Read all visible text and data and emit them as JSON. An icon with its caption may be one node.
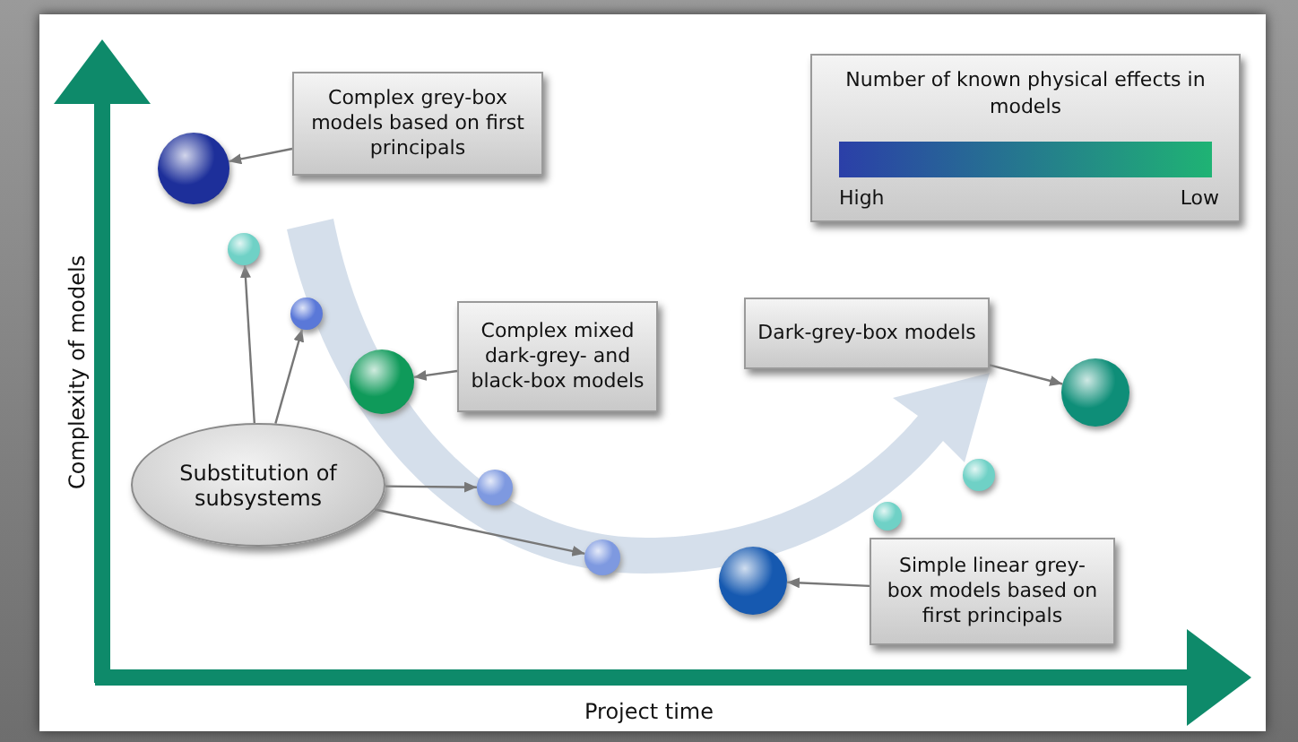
{
  "diagram": {
    "nodes": [
      {
        "text": [
          "Complex grey-box models based on first principals"
        ]
      },
      {
        "text": [
          "Complex mixed dark-grey- and black-box models"
        ]
      },
      {
        "text": [
          "Dark-grey-box models"
        ]
      },
      {
        "text": [
          "Simple linear grey-box models based on first principals"
        ]
      },
      {
        "text": [
          "Substitution of subsystems"
        ]
      },
      {
        "text": [],
        "shape": "circle"
      },
      {
        "text": [],
        "shape": "circle"
      },
      {
        "text": [],
        "shape": "circle"
      },
      {
        "text": [],
        "shape": "circle"
      },
      {
        "text": [],
        "shape": "circle"
      },
      {
        "text": [],
        "shape": "circle"
      },
      {
        "text": [],
        "shape": "circle"
      },
      {
        "text": [],
        "shape": "circle"
      },
      {
        "text": [],
        "shape": "circle"
      },
      {
        "text": [],
        "shape": "circle"
      }
    ],
    "edges": [
      {
        "from": 0,
        "to": 5,
        "arrow": "to"
      },
      {
        "from": 1,
        "to": 8,
        "arrow": "to"
      },
      {
        "from": 2,
        "to": 14,
        "arrow": "to"
      },
      {
        "from": 3,
        "to": 11,
        "arrow": "to"
      },
      {
        "from": 4,
        "to": 6,
        "arrow": "to"
      },
      {
        "from": 4,
        "to": 7,
        "arrow": "to"
      },
      {
        "from": 4,
        "to": 9,
        "arrow": "to"
      },
      {
        "from": 4,
        "to": 10,
        "arrow": "to"
      }
    ],
    "labels": [
      "Number of known physical effects in models",
      "Complexity of models",
      "Project time"
    ],
    "legend": [
      {
        "text": "High",
        "color": "#2b3fa8"
      },
      {
        "text": "Low",
        "color": "#1fb374"
      }
    ]
  }
}
